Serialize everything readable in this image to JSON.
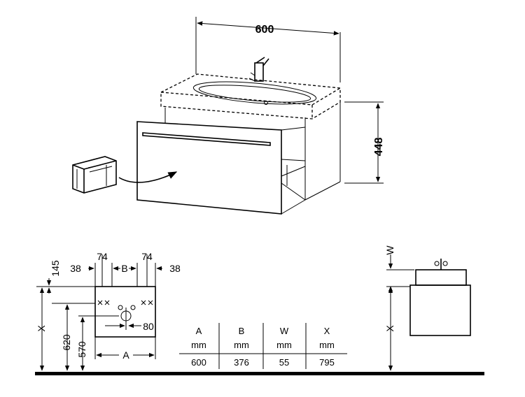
{
  "dimensions": {
    "overall_width": "600",
    "overall_height": "448"
  },
  "plan": {
    "top_left_a": "38",
    "top_left_b": "74",
    "middle": "B",
    "top_right_b": "74",
    "top_right_a": "38",
    "vertical_offset": "145",
    "left_x": "X",
    "h_620": "620",
    "h_570": "570",
    "right_80": "80",
    "bottom_a": "A"
  },
  "side_view": {
    "w_label": "W",
    "x_label": "X"
  },
  "table": {
    "headers": [
      "A",
      "B",
      "W",
      "X"
    ],
    "units": [
      "mm",
      "mm",
      "mm",
      "mm"
    ],
    "values": [
      "600",
      "376",
      "55",
      "795"
    ]
  }
}
